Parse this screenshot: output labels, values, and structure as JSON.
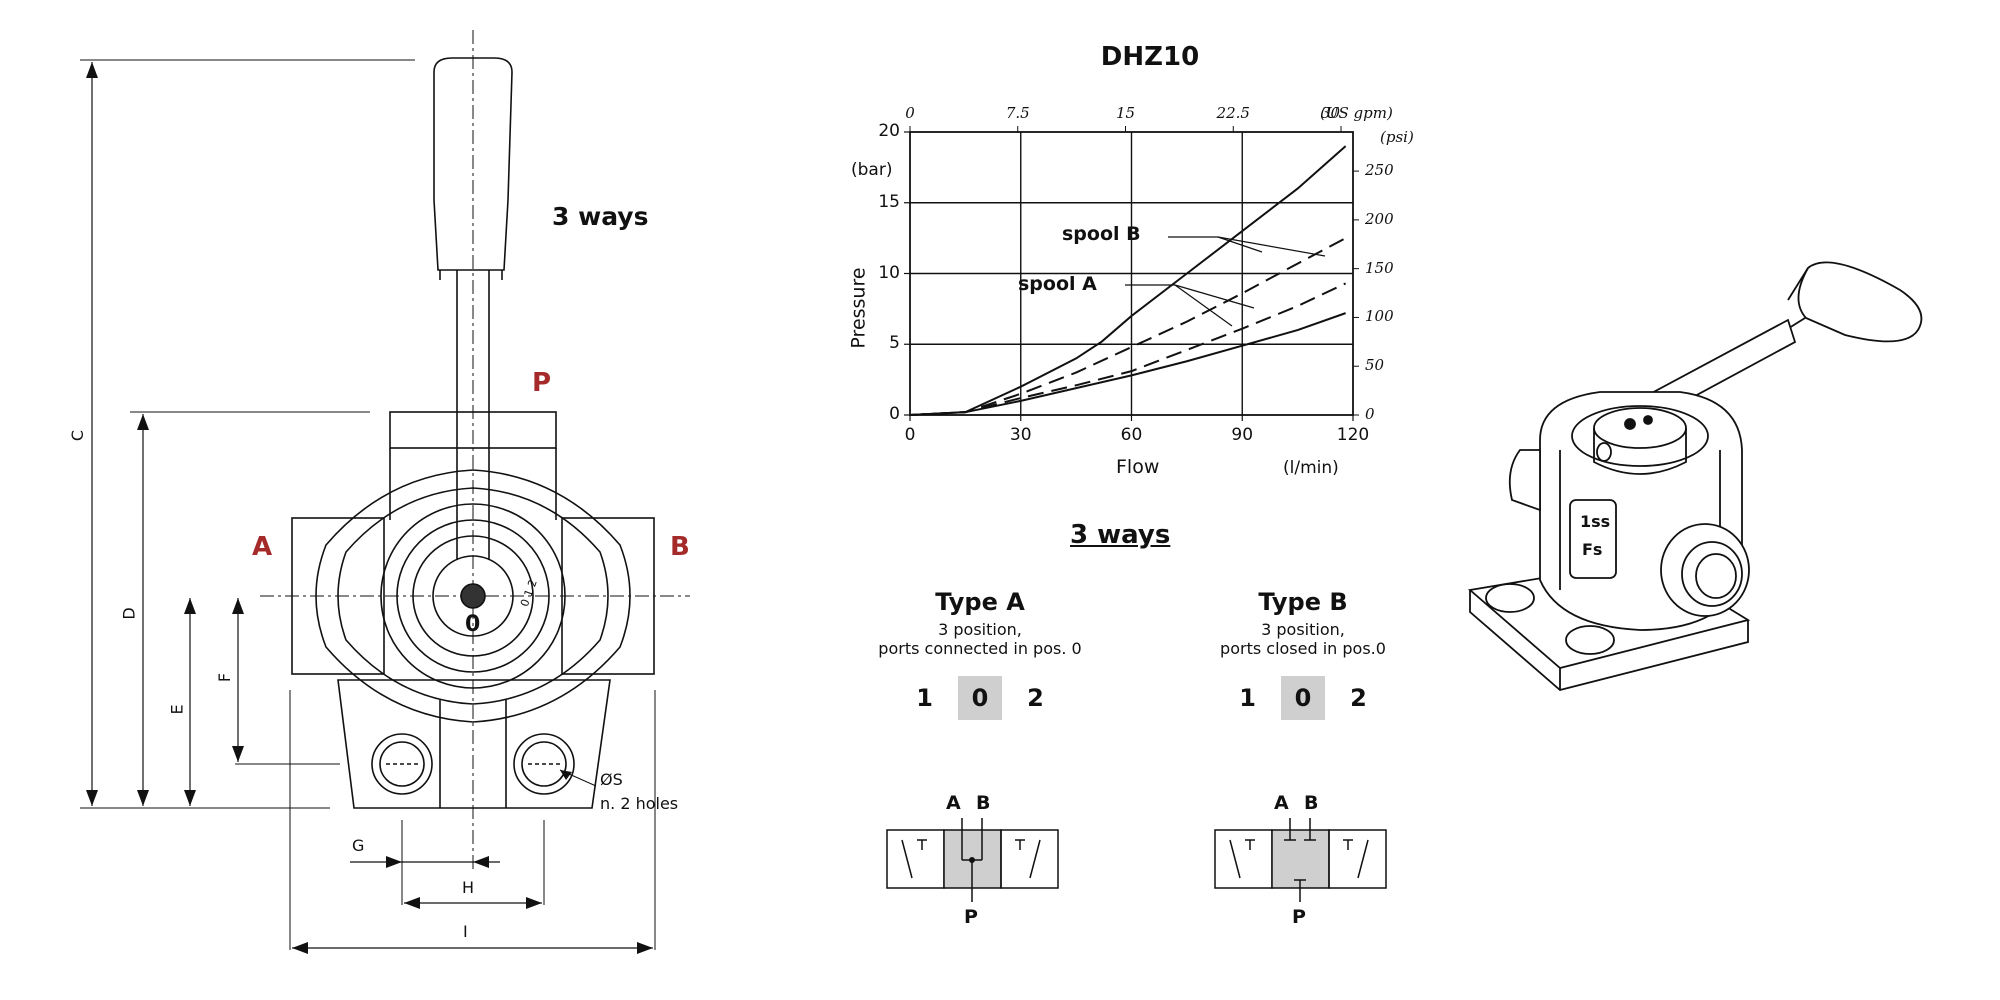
{
  "drawing": {
    "ways_label": "3 ways",
    "port_p": "P",
    "port_a": "A",
    "port_b": "B",
    "dims": {
      "c": "C",
      "d": "D",
      "e": "E",
      "f": "F",
      "g": "G",
      "h": "H",
      "i": "I"
    },
    "hole_label": "ØS",
    "hole_note": "n. 2 holes",
    "body_zero": "0",
    "body_marking": "0 1 2"
  },
  "chart_data": {
    "type": "line",
    "title": "DHZ10",
    "xlabel": "Flow",
    "x_unit": "(l/min)",
    "ylabel": "Pressure",
    "y_unit": "(bar)",
    "xlim": [
      0,
      120
    ],
    "ylim": [
      0,
      20
    ],
    "x_ticks": [
      0,
      30,
      60,
      90,
      120
    ],
    "y_ticks": [
      0,
      5,
      10,
      15,
      20
    ],
    "x2_unit": "(US gpm)",
    "x2_ticks": [
      "0",
      "7.5",
      "15",
      "22.5",
      "30"
    ],
    "y2_unit": "(psi)",
    "y2_ticks": [
      "0",
      "50",
      "100",
      "150",
      "200",
      "250"
    ],
    "grid": true,
    "annotations": [
      {
        "label": "spool",
        "letter": "B"
      },
      {
        "label": "spool",
        "letter": "A"
      }
    ],
    "series": [
      {
        "style": "solid",
        "x": [
          0,
          15,
          30,
          45,
          52,
          60,
          75,
          90,
          105,
          118
        ],
        "y": [
          0,
          0.2,
          2.0,
          4.0,
          5.2,
          7.0,
          10.0,
          13.0,
          16.0,
          19.0
        ]
      },
      {
        "style": "dashed",
        "x": [
          0,
          15,
          30,
          45,
          60,
          75,
          90,
          105,
          118
        ],
        "y": [
          0,
          0.2,
          1.5,
          3.0,
          4.8,
          6.6,
          8.6,
          10.7,
          12.5
        ]
      },
      {
        "style": "dashed",
        "x": [
          0,
          15,
          30,
          45,
          60,
          75,
          90,
          105,
          118
        ],
        "y": [
          0,
          0.2,
          1.2,
          2.1,
          3.1,
          4.6,
          6.1,
          7.7,
          9.3
        ]
      },
      {
        "style": "solid",
        "x": [
          0,
          15,
          30,
          45,
          60,
          75,
          90,
          105,
          118
        ],
        "y": [
          0,
          0.2,
          1.0,
          1.9,
          2.8,
          3.8,
          4.9,
          6.0,
          7.2
        ]
      }
    ]
  },
  "schematic": {
    "heading": "3 ways",
    "types": [
      {
        "title": "Type A",
        "desc1": "3 position,",
        "desc2": "ports connected in pos. 0",
        "pos1": "1",
        "pos0": "0",
        "pos2": "2",
        "port_a": "A",
        "port_b": "B",
        "port_p": "P"
      },
      {
        "title": "Type B",
        "desc1": "3 position,",
        "desc2": "ports closed in pos.0",
        "pos1": "1",
        "pos0": "0",
        "pos2": "2",
        "port_a": "A",
        "port_b": "B",
        "port_p": "P"
      }
    ]
  },
  "iso_view": {
    "label_top": "1ss",
    "label_bottom": "Fs"
  }
}
